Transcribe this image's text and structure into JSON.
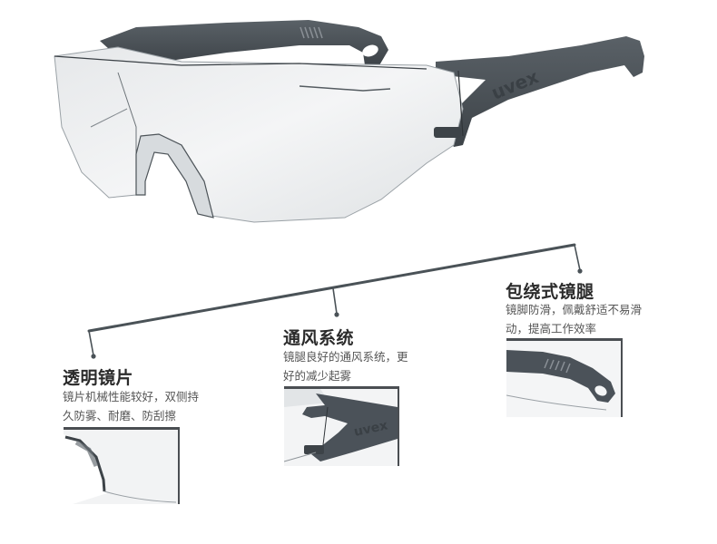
{
  "product": {
    "brand_mark": "uvex",
    "colors": {
      "frame": "#4b5259",
      "frame_dark": "#3b4146",
      "lens": "#eef0f2",
      "connector_line": "#4a5257",
      "title_text": "#2b2b2b",
      "desc_text": "#555555"
    }
  },
  "features": [
    {
      "title": "透明镜片",
      "desc_line1": "镜片机械性能较好，双侧持",
      "desc_line2": "久防雾、耐磨、防刮擦",
      "detail_image": "lens-edge-closeup"
    },
    {
      "title": "通风系统",
      "desc_line1": "镜腿良好的通风系统，更",
      "desc_line2": "好的减少起雾",
      "detail_image": "temple-hinge-closeup"
    },
    {
      "title": "包绕式镜腿",
      "desc_line1": "镜脚防滑，佩戴舒适不易滑",
      "desc_line2": "动，提高工作效率",
      "detail_image": "temple-tip-closeup"
    }
  ]
}
